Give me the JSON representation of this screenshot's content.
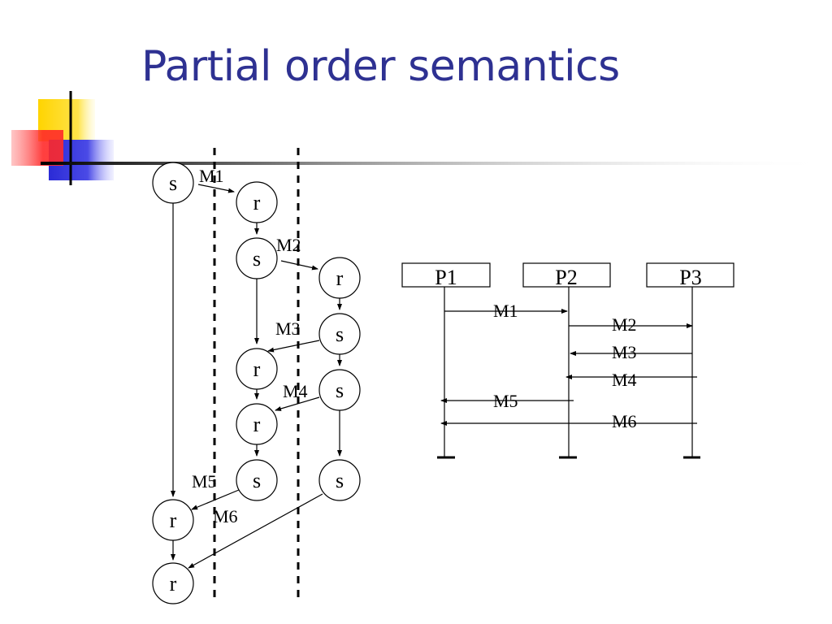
{
  "slide": {
    "title": "Partial order semantics"
  },
  "left_diagram": {
    "nodes": [
      {
        "id": "a1",
        "label": "s"
      },
      {
        "id": "b1",
        "label": "r"
      },
      {
        "id": "b2",
        "label": "s"
      },
      {
        "id": "c1",
        "label": "r"
      },
      {
        "id": "c2",
        "label": "s"
      },
      {
        "id": "b3",
        "label": "r"
      },
      {
        "id": "c3",
        "label": "s"
      },
      {
        "id": "b4",
        "label": "r"
      },
      {
        "id": "b5",
        "label": "s"
      },
      {
        "id": "c4",
        "label": "s"
      },
      {
        "id": "a2",
        "label": "r"
      },
      {
        "id": "a3",
        "label": "r"
      }
    ],
    "messages": [
      {
        "label": "M1",
        "from": "a1",
        "to": "b1"
      },
      {
        "label": "M2",
        "from": "b2",
        "to": "c1"
      },
      {
        "label": "M3",
        "from": "c2",
        "to": "b3"
      },
      {
        "label": "M4",
        "from": "c3",
        "to": "b4"
      },
      {
        "label": "M5",
        "from": "b5",
        "to": "a2"
      },
      {
        "label": "M6",
        "from": "c4",
        "to": "a3"
      }
    ]
  },
  "right_diagram": {
    "processes": [
      "P1",
      "P2",
      "P3"
    ],
    "messages": [
      {
        "label": "M1",
        "from": "P1",
        "to": "P2"
      },
      {
        "label": "M2",
        "from": "P2",
        "to": "P3"
      },
      {
        "label": "M3",
        "from": "P3",
        "to": "P2"
      },
      {
        "label": "M4",
        "from": "P3",
        "to": "P2"
      },
      {
        "label": "M5",
        "from": "P2",
        "to": "P1"
      },
      {
        "label": "M6",
        "from": "P3",
        "to": "P1"
      }
    ]
  },
  "colors": {
    "title": "#2e3192",
    "deco_yellow": "#ffd400",
    "deco_red": "#ff3030",
    "deco_blue": "#3a3adf",
    "line": "#000000"
  }
}
